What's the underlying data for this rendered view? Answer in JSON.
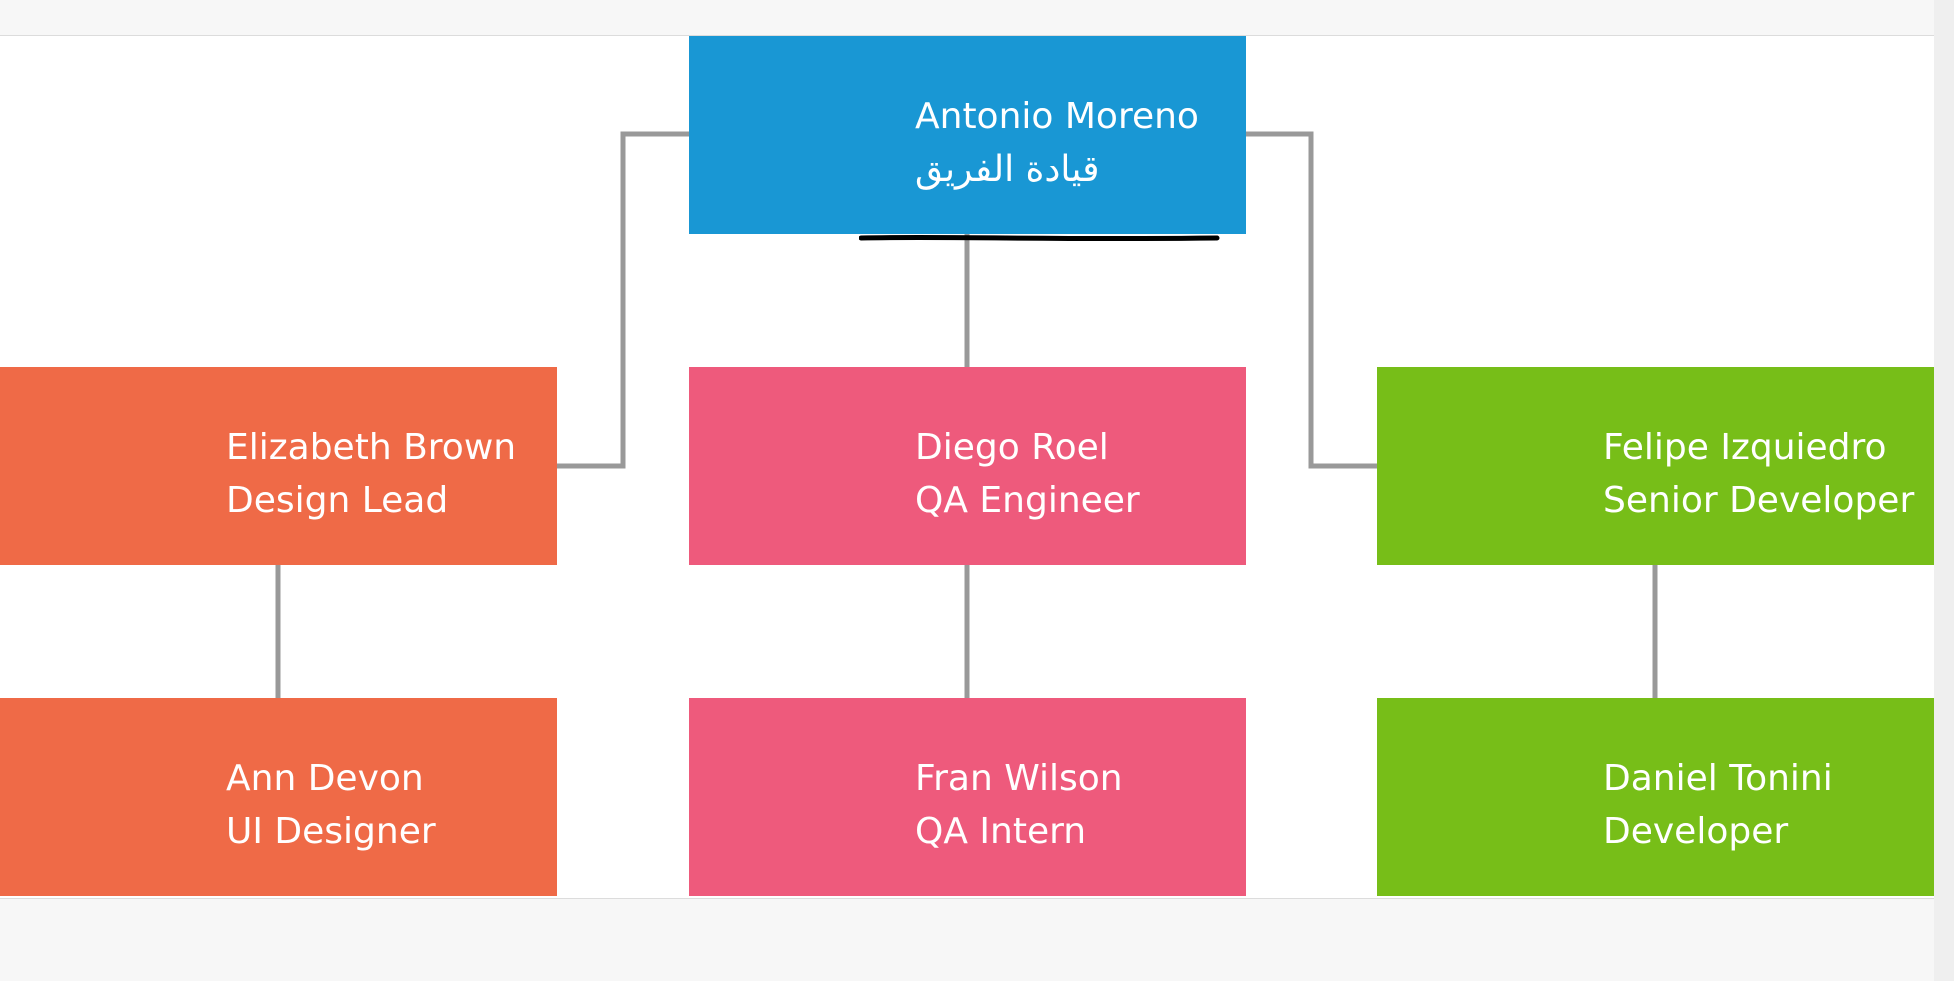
{
  "org_chart": {
    "root": {
      "id": "antonio",
      "name": "Antonio Moreno",
      "role": "قيادة الفريق",
      "color": "#1997d4",
      "role_underlined": true
    },
    "branches": [
      {
        "id": "design",
        "color": "#ef6a47",
        "lead": {
          "id": "elizabeth",
          "name": "Elizabeth Brown",
          "role": "Design Lead"
        },
        "report": {
          "id": "ann",
          "name": "Ann Devon",
          "role": "UI Designer"
        }
      },
      {
        "id": "qa",
        "color": "#ee5a7c",
        "lead": {
          "id": "diego",
          "name": "Diego Roel",
          "role": "QA Engineer"
        },
        "report": {
          "id": "fran",
          "name": "Fran Wilson",
          "role": "QA Intern"
        }
      },
      {
        "id": "dev",
        "color": "#77be18",
        "lead": {
          "id": "felipe",
          "name": "Felipe Izquiedro",
          "role": "Senior Developer"
        },
        "report": {
          "id": "daniel",
          "name": "Daniel Tonini",
          "role": "Developer"
        }
      }
    ],
    "connector_color": "#999999",
    "annotation_color": "#000000"
  }
}
